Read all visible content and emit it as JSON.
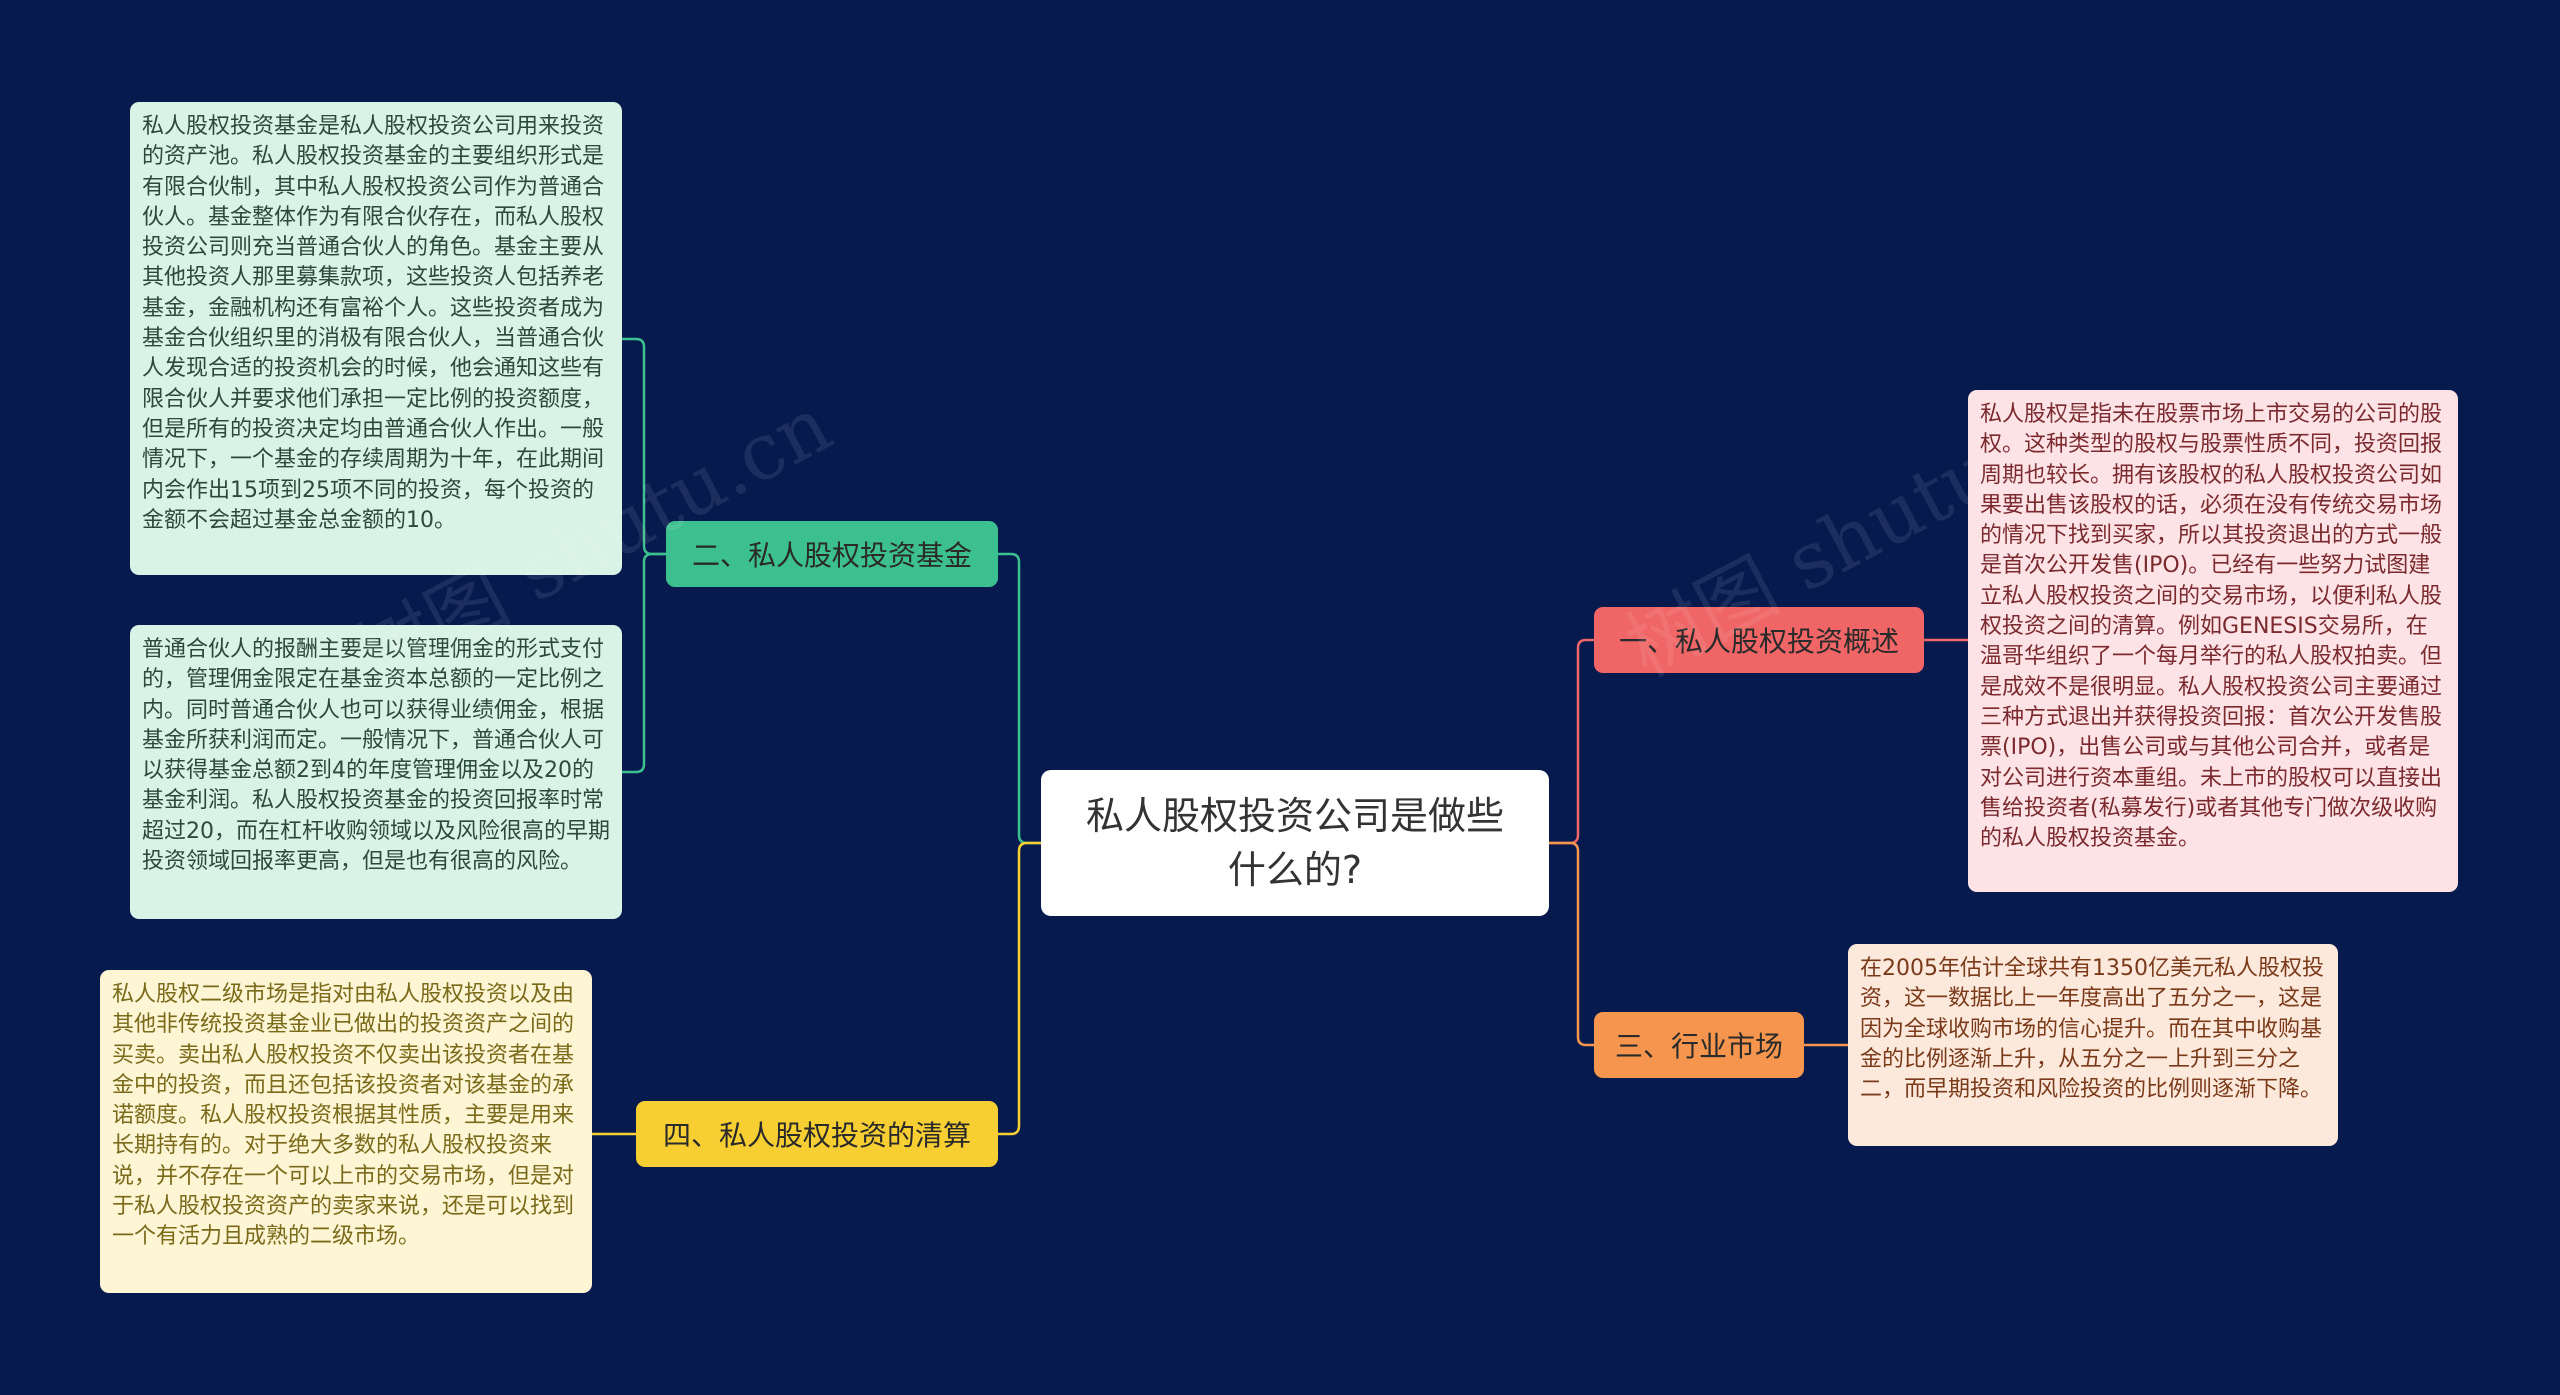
{
  "center": {
    "title": "私人股权投资公司是做些什么的?"
  },
  "branches": {
    "b1": {
      "label": "一、私人股权投资概述",
      "color": "#f06566"
    },
    "b2": {
      "label": "二、私人股权投资基金",
      "color": "#3dc08f"
    },
    "b3": {
      "label": "三、行业市场",
      "color": "#f6964e"
    },
    "b4": {
      "label": "四、私人股权投资的清算",
      "color": "#f7cf32"
    }
  },
  "leaves": {
    "b1_1": "私人股权是指未在股票市场上市交易的公司的股权。这种类型的股权与股票性质不同，投资回报周期也较长。拥有该股权的私人股权投资公司如果要出售该股权的话，必须在没有传统交易市场的情况下找到买家，所以其投资退出的方式一般是首次公开发售(IPO)。已经有一些努力试图建立私人股权投资之间的交易市场，以便利私人股权投资之间的清算。例如GENESIS交易所，在温哥华组织了一个每月举行的私人股权拍卖。但是成效不是很明显。私人股权投资公司主要通过三种方式退出并获得投资回报：首次公开发售股票(IPO)，出售公司或与其他公司合并，或者是对公司进行资本重组。未上市的股权可以直接出售给投资者(私募发行)或者其他专门做次级收购的私人股权投资基金。",
    "b2_1": "私人股权投资基金是私人股权投资公司用来投资的资产池。私人股权投资基金的主要组织形式是有限合伙制，其中私人股权投资公司作为普通合伙人。基金整体作为有限合伙存在，而私人股权投资公司则充当普通合伙人的角色。基金主要从其他投资人那里募集款项，这些投资人包括养老基金，金融机构还有富裕个人。这些投资者成为基金合伙组织里的消极有限合伙人，当普通合伙人发现合适的投资机会的时候，他会通知这些有限合伙人并要求他们承担一定比例的投资额度，但是所有的投资决定均由普通合伙人作出。一般情况下，一个基金的存续周期为十年，在此期间内会作出15项到25项不同的投资，每个投资的金额不会超过基金总金额的10。",
    "b2_2": "普通合伙人的报酬主要是以管理佣金的形式支付的，管理佣金限定在基金资本总额的一定比例之内。同时普通合伙人也可以获得业绩佣金，根据基金所获利润而定。一般情况下，普通合伙人可以获得基金总额2到4的年度管理佣金以及20的基金利润。私人股权投资基金的投资回报率时常超过20，而在杠杆收购领域以及风险很高的早期投资领域回报率更高，但是也有很高的风险。",
    "b3_1": "在2005年估计全球共有1350亿美元私人股权投资，这一数据比上一年度高出了五分之一，这是因为全球收购市场的信心提升。而在其中收购基金的比例逐渐上升，从五分之一上升到三分之二，而早期投资和风险投资的比例则逐渐下降。",
    "b4_1": "私人股权二级市场是指对由私人股权投资以及由其他非传统投资基金业已做出的投资资产之间的买卖。卖出私人股权投资不仅卖出该投资者在基金中的投资，而且还包括该投资者对该基金的承诺额度。私人股权投资根据其性质，主要是用来长期持有的。对于绝大多数的私人股权投资来说，并不存在一个可以上市的交易市场，但是对于私人股权投资资产的卖家来说，还是可以找到一个有活力且成熟的二级市场。"
  },
  "watermark": "树图 shutu.cn"
}
